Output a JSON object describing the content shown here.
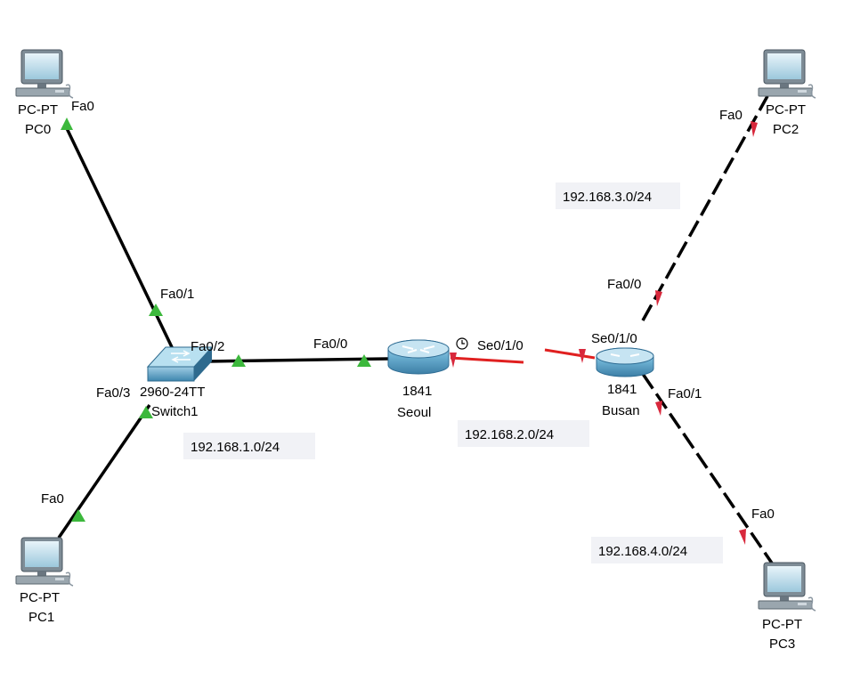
{
  "devices": {
    "pc0": {
      "type": "PC-PT",
      "name": "PC0",
      "icon": "pc-icon"
    },
    "pc1": {
      "type": "PC-PT",
      "name": "PC1",
      "icon": "pc-icon"
    },
    "pc2": {
      "type": "PC-PT",
      "name": "PC2",
      "icon": "pc-icon"
    },
    "pc3": {
      "type": "PC-PT",
      "name": "PC3",
      "icon": "pc-icon"
    },
    "switch1": {
      "type": "2960-24TT",
      "name": "Switch1",
      "icon": "switch-icon"
    },
    "seoul": {
      "type": "1841",
      "name": "Seoul",
      "icon": "router-icon"
    },
    "busan": {
      "type": "1841",
      "name": "Busan",
      "icon": "router-icon"
    }
  },
  "ports": {
    "pc0_fa0": "Fa0",
    "switch_fa01": "Fa0/1",
    "switch_fa02": "Fa0/2",
    "switch_fa03": "Fa0/3",
    "pc1_fa0": "Fa0",
    "seoul_fa00": "Fa0/0",
    "seoul_se010": "Se0/1/0",
    "busan_se010": "Se0/1/0",
    "busan_fa00": "Fa0/0",
    "busan_fa01": "Fa0/1",
    "pc2_fa0": "Fa0",
    "pc3_fa0": "Fa0"
  },
  "networks": {
    "net1": "192.168.1.0/24",
    "net2": "192.168.2.0/24",
    "net3": "192.168.3.0/24",
    "net4": "192.168.4.0/24"
  },
  "colors": {
    "link_up": "#000000",
    "serial_link": "#e02020",
    "port_up": "#3cb83c",
    "port_down": "#d8283c",
    "device_body": "#5aa0c8"
  }
}
